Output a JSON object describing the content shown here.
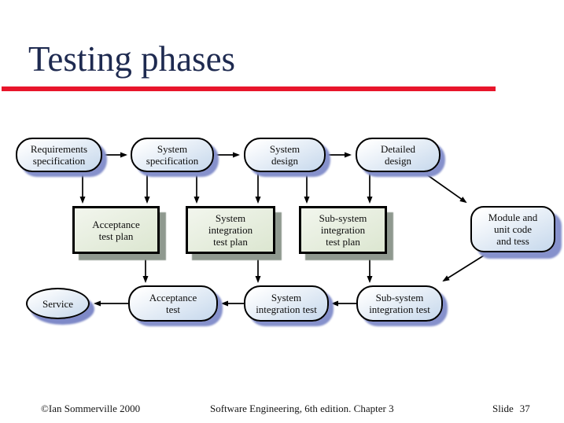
{
  "slide": {
    "title": "Testing phases",
    "colors": {
      "title_text": "#1e2a50",
      "title_rule": "#e8152b",
      "process_node_fill": "#c9daed",
      "process_node_shadow": "#8691cc",
      "plan_node_fill": "#dde7d2",
      "plan_node_shadow": "#8f998f",
      "node_border": "#000000"
    }
  },
  "diagram": {
    "nodes": {
      "req_spec": {
        "label": "Requirements\nspecification"
      },
      "sys_spec": {
        "label": "System\nspecification"
      },
      "sys_design": {
        "label": "System\ndesign"
      },
      "det_design": {
        "label": "Detailed\ndesign"
      },
      "acc_plan": {
        "label": "Acceptance\ntest plan"
      },
      "sysint_plan": {
        "label": "System\nintegration\ntest plan"
      },
      "subsys_plan": {
        "label": "Sub-system\nintegration\ntest plan"
      },
      "module": {
        "label": "Module and\nunit code\nand tess"
      },
      "service": {
        "label": "Service"
      },
      "acc_test": {
        "label": "Acceptance\ntest"
      },
      "sysint_test": {
        "label": "System\nintegration test"
      },
      "subsys_test": {
        "label": "Sub-system\nintegration test"
      }
    },
    "edges": [
      {
        "from": "req_spec",
        "to": "sys_spec"
      },
      {
        "from": "sys_spec",
        "to": "sys_design"
      },
      {
        "from": "sys_design",
        "to": "det_design"
      },
      {
        "from": "det_design",
        "to": "module"
      },
      {
        "from": "req_spec",
        "to": "acc_plan"
      },
      {
        "from": "sys_spec",
        "to": "acc_plan"
      },
      {
        "from": "sys_spec",
        "to": "sysint_plan"
      },
      {
        "from": "sys_design",
        "to": "sysint_plan"
      },
      {
        "from": "sys_design",
        "to": "subsys_plan"
      },
      {
        "from": "det_design",
        "to": "subsys_plan"
      },
      {
        "from": "acc_plan",
        "to": "acc_test"
      },
      {
        "from": "sysint_plan",
        "to": "sysint_test"
      },
      {
        "from": "subsys_plan",
        "to": "subsys_test"
      },
      {
        "from": "module",
        "to": "subsys_test"
      },
      {
        "from": "subsys_test",
        "to": "sysint_test"
      },
      {
        "from": "sysint_test",
        "to": "acc_test"
      },
      {
        "from": "acc_test",
        "to": "service"
      }
    ]
  },
  "footer": {
    "copyright": "©Ian Sommerville 2000",
    "center": "Software Engineering, 6th edition. Chapter 3",
    "slide_label": "Slide",
    "slide_number": "37"
  }
}
